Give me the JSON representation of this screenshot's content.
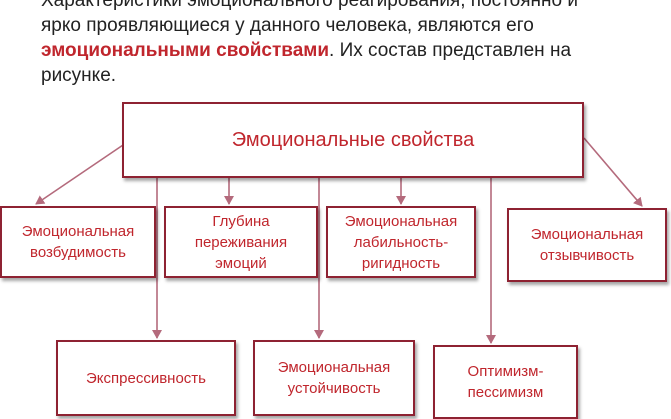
{
  "intro": {
    "line1": "Характеристики эмоционального реагирования, постоянно и",
    "line2": "ярко проявляющиеся у данного человека, являются его",
    "highlight": "эмоциональными свойствами",
    "line3_rest": ". Их состав представлен на",
    "line4": "рисунке."
  },
  "diagram": {
    "root": "Эмоциональные свойства",
    "row1": [
      {
        "line1": "Эмоциональная",
        "line2": "возбудимость"
      },
      {
        "line1": "Глубина",
        "line2": "переживания",
        "line3": "эмоций"
      },
      {
        "line1": "Эмоциональная",
        "line2": "лабильность-",
        "line3": "ригидность"
      },
      {
        "line1": "Эмоциональная",
        "line2": "отзывчивость"
      }
    ],
    "row2": [
      {
        "line1": "Экспрессивность"
      },
      {
        "line1": "Эмоциональная",
        "line2": "устойчивость"
      },
      {
        "line1": "Оптимизм-",
        "line2": "пессимизм"
      }
    ]
  },
  "colors": {
    "text_accent": "#c0262d",
    "box_border": "#8e2232",
    "arrow": "#b46a7c"
  }
}
